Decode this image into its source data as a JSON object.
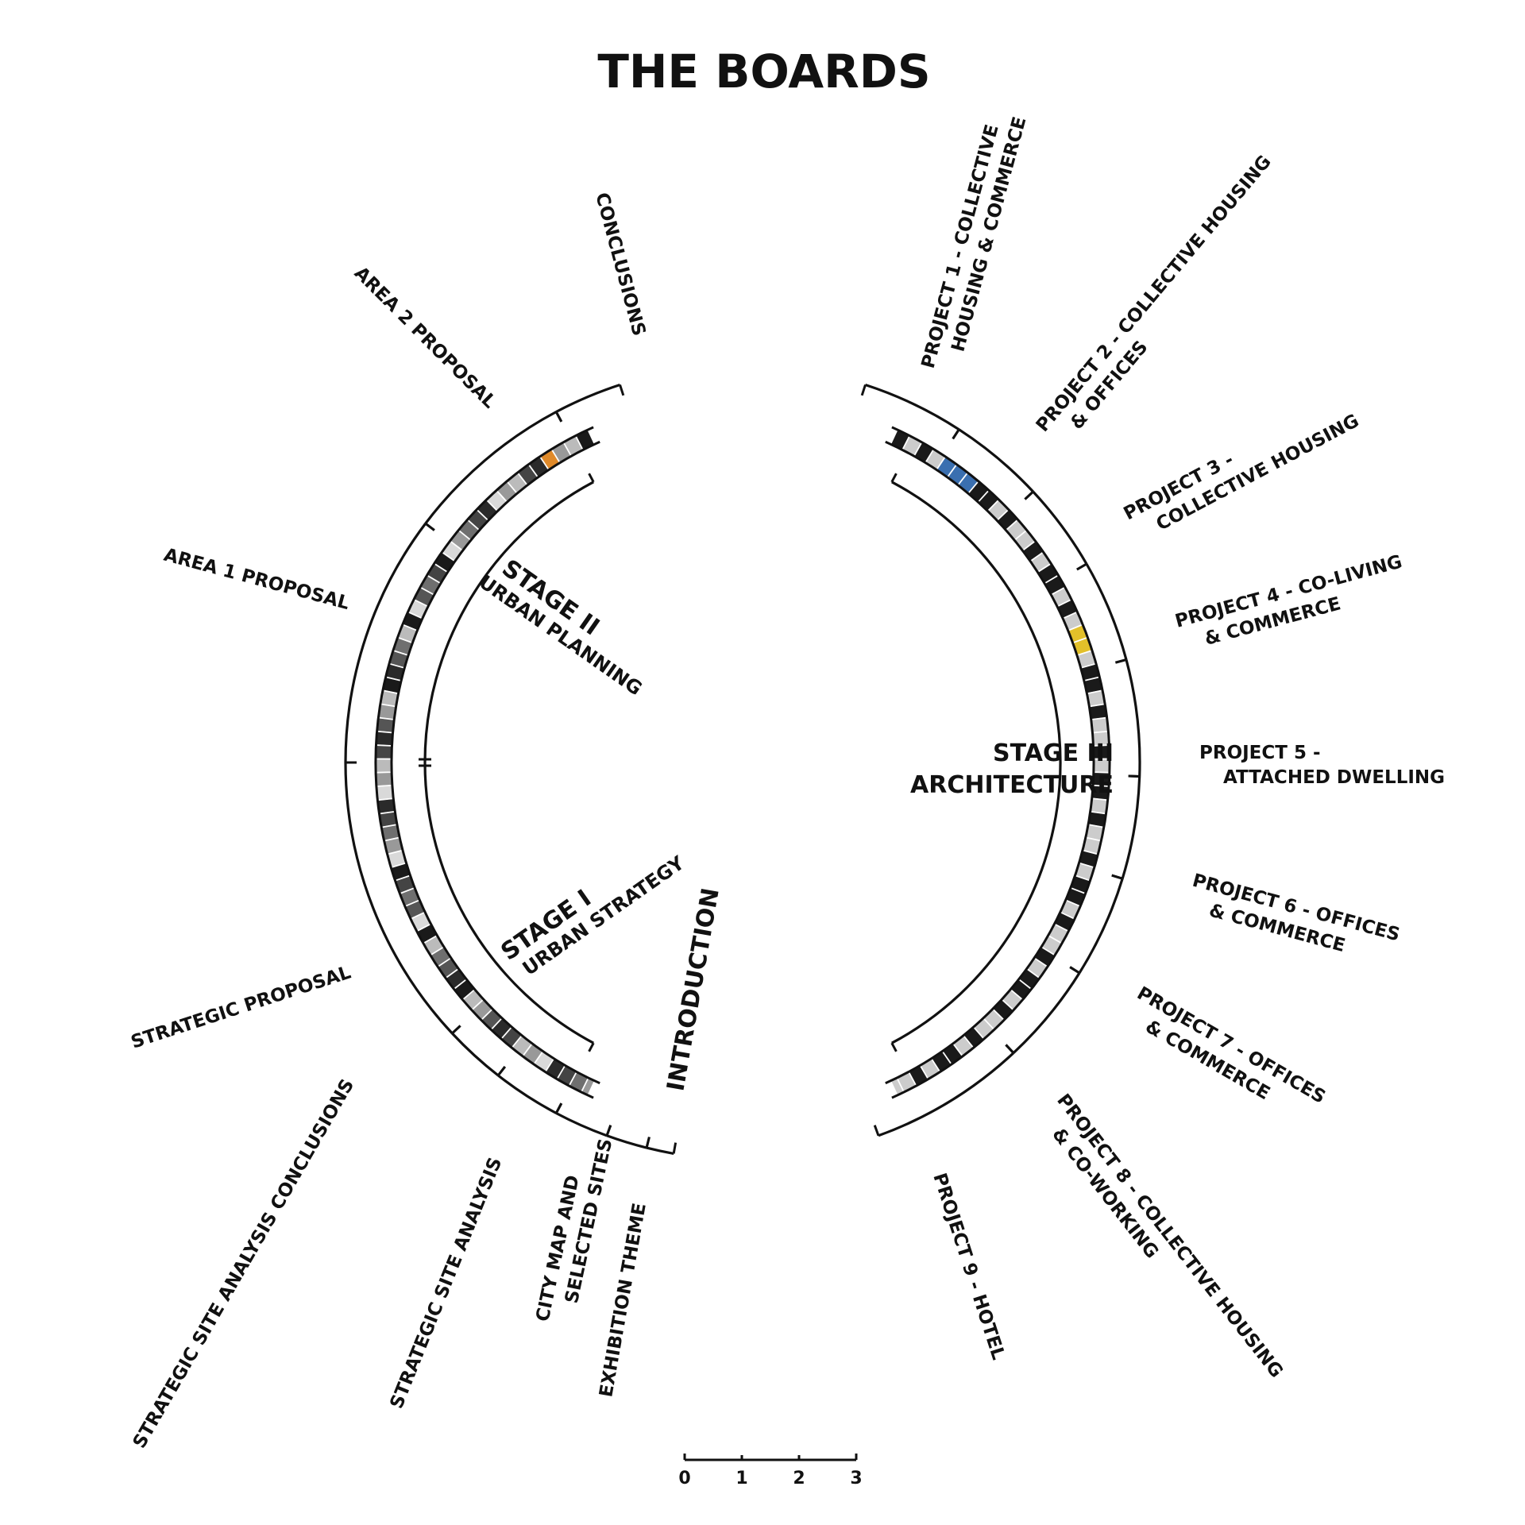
{
  "title": "THE BOARDS",
  "stages": [
    {
      "id": "stage-1",
      "lines": [
        "STAGE I",
        "URBAN STRATEGY"
      ]
    },
    {
      "id": "stage-2",
      "lines": [
        "STAGE II",
        "URBAN PLANNING"
      ]
    },
    {
      "id": "stage-3",
      "lines": [
        "STAGE III",
        "ARCHITECTURE"
      ]
    }
  ],
  "left_sections": [
    {
      "label": [
        "CONCLUSIONS"
      ]
    },
    {
      "label": [
        "AREA 2 PROPOSAL"
      ]
    },
    {
      "label": [
        "AREA 1 PROPOSAL"
      ]
    },
    {
      "label": [
        "STRATEGIC PROPOSAL"
      ]
    },
    {
      "label": [
        "STRATEGIC SITE ANALYSIS CONCLUSIONS"
      ]
    },
    {
      "label": [
        "STRATEGIC SITE ANALYSIS"
      ]
    },
    {
      "label": [
        "CITY MAP AND",
        "SELECTED SITES"
      ]
    },
    {
      "label": [
        "EXHIBITION THEME"
      ]
    },
    {
      "label": [
        "INTRODUCTION"
      ]
    }
  ],
  "right_sections": [
    {
      "label": [
        "PROJECT 1 - COLLECTIVE",
        "HOUSING & COMMERCE"
      ]
    },
    {
      "label": [
        "PROJECT 2 - COLLECTIVE HOUSING",
        "& OFFICES"
      ]
    },
    {
      "label": [
        "PROJECT 3 -",
        "COLLECTIVE HOUSING"
      ]
    },
    {
      "label": [
        "PROJECT 4 - CO-LIVING",
        "& COMMERCE"
      ]
    },
    {
      "label": [
        "PROJECT 5 -",
        "ATTACHED DWELLING"
      ]
    },
    {
      "label": [
        "PROJECT 6 - OFFICES",
        "& COMMERCE"
      ]
    },
    {
      "label": [
        "PROJECT 7 - OFFICES",
        "& COMMERCE"
      ]
    },
    {
      "label": [
        "PROJECT 8 - COLLECTIVE HOUSING",
        "& CO-WORKING"
      ]
    },
    {
      "label": [
        "PROJECT 9 - HOTEL"
      ]
    }
  ],
  "scale_bar": {
    "ticks": [
      "0",
      "1",
      "2",
      "3"
    ]
  },
  "colors": {
    "ink": "#111111",
    "board_dark": "#1a1a1a",
    "board_mid": "#6f6f6f",
    "board_light": "#d9d9d9",
    "accent_blue": "#3a6fb0",
    "accent_yellow": "#e3c02a",
    "accent_orange": "#e08a2a"
  }
}
